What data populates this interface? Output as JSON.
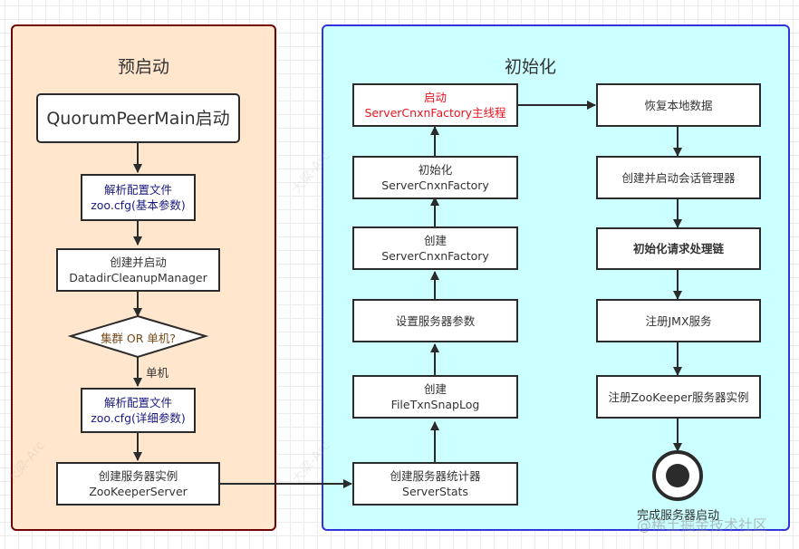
{
  "colors": {
    "prestart_fill": "#ffe6cc",
    "prestart_border": "#6f0000",
    "init_fill": "#ccffff",
    "init_border": "#3333dd",
    "node_border": "#2b2b2b",
    "text_default": "#333333",
    "text_config": "#1a1a80",
    "text_highlight": "#e8141e",
    "text_decision": "#7a4a1a"
  },
  "prestart": {
    "title": "预启动",
    "nodes": [
      {
        "id": "quorum-peer-main",
        "lines": [
          "QuorumPeerMain启动"
        ]
      },
      {
        "id": "parse-config-basic",
        "lines": [
          "解析配置文件",
          "zoo.cfg(基本参数)"
        ]
      },
      {
        "id": "datadir-cleanup",
        "lines": [
          "创建并启动",
          "DatadirCleanupManager"
        ]
      },
      {
        "id": "cluster-or-standalone",
        "lines": [
          "集群 OR 单机?"
        ]
      },
      {
        "id": "parse-config-detail",
        "lines": [
          "解析配置文件",
          "zoo.cfg(详细参数)"
        ]
      },
      {
        "id": "create-zk-server",
        "lines": [
          "创建服务器实例",
          "ZooKeeperServer"
        ]
      }
    ],
    "edge_labels": {
      "standalone": "单机"
    }
  },
  "init": {
    "title": "初始化",
    "middle_nodes": [
      {
        "id": "create-server-stats",
        "lines": [
          "创建服务器统计器",
          "ServerStats"
        ]
      },
      {
        "id": "create-filetxnsnaplog",
        "lines": [
          "创建",
          "FileTxnSnapLog"
        ]
      },
      {
        "id": "set-server-params",
        "lines": [
          "设置服务器参数"
        ]
      },
      {
        "id": "create-cnxn-factory",
        "lines": [
          "创建",
          "ServerCnxnFactory"
        ]
      },
      {
        "id": "init-cnxn-factory",
        "lines": [
          "初始化",
          "ServerCnxnFactory"
        ]
      },
      {
        "id": "start-cnxn-factory",
        "lines": [
          "启动",
          "ServerCnxnFactory主线程"
        ]
      }
    ],
    "right_nodes": [
      {
        "id": "restore-local-data",
        "lines": [
          "恢复本地数据"
        ]
      },
      {
        "id": "session-manager",
        "lines": [
          "创建并启动会话管理器"
        ]
      },
      {
        "id": "request-processor-chain",
        "lines": [
          "初始化请求处理链"
        ]
      },
      {
        "id": "register-jmx",
        "lines": [
          "注册JMX服务"
        ]
      },
      {
        "id": "register-zk-instance",
        "lines": [
          "注册ZooKeeper服务器实例"
        ]
      }
    ],
    "end_label": "完成服务器启动"
  },
  "watermark": {
    "site": "@稀土掘金技术社区",
    "faint": "大梁-Arc"
  }
}
